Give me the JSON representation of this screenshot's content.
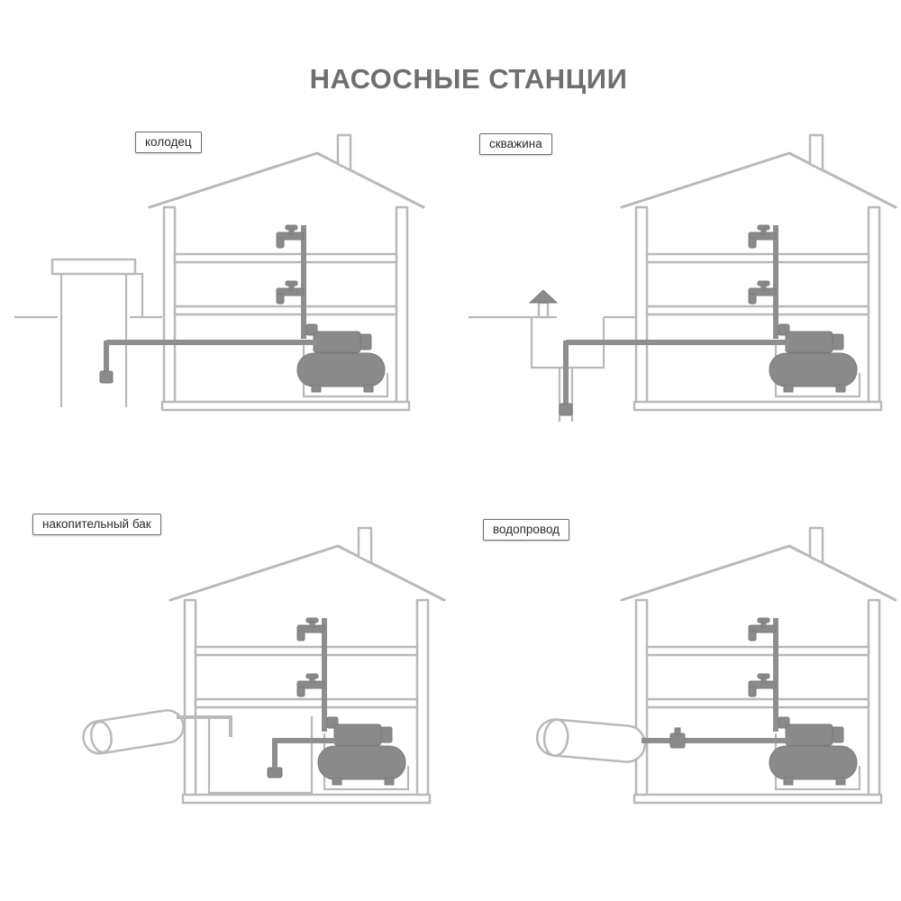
{
  "title": "НАСОСНЫЕ СТАНЦИИ",
  "panels": [
    {
      "id": "well",
      "label": "колодец"
    },
    {
      "id": "borehole",
      "label": "скважина"
    },
    {
      "id": "storage-tank",
      "label": "накопительный бак"
    },
    {
      "id": "mains",
      "label": "водопровод"
    }
  ],
  "colors": {
    "title_text": "#6f6f6f",
    "house_outline": "#b9b9b9",
    "pipe": "#8e8e8e",
    "pump": "#8a8a8a"
  }
}
